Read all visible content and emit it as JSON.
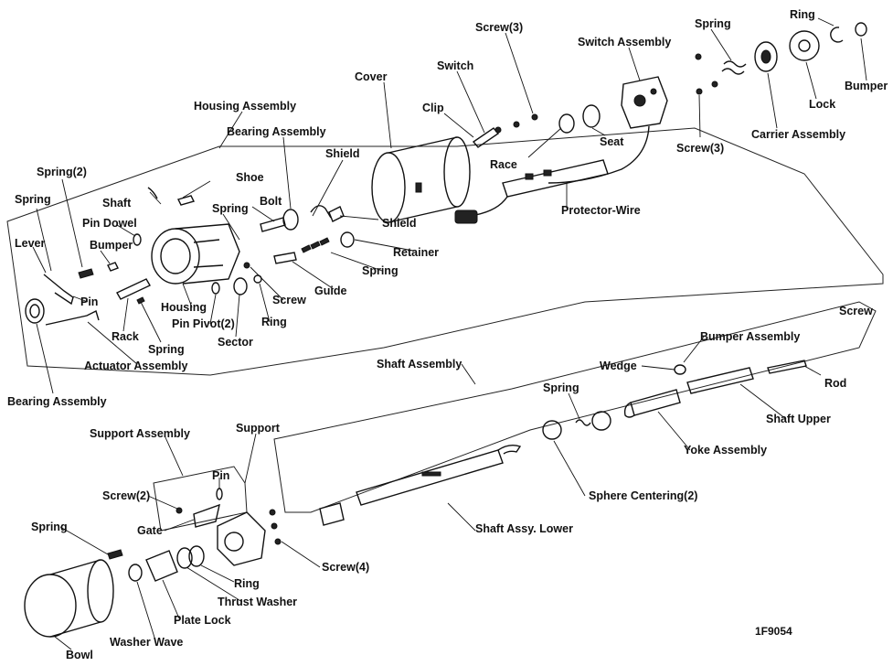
{
  "figure_id": "1F9054",
  "labels": {
    "screw3_top": "Screw(3)",
    "switch_assembly": "Switch Assembly",
    "spring_top": "Spring",
    "ring_top": "Ring",
    "switch": "Switch",
    "cover": "Cover",
    "lock": "Lock",
    "bumper_top": "Bumper",
    "clip": "Clip",
    "housing_assembly": "Housing Assembly",
    "carrier_assembly": "Carrier Assembly",
    "screw3_right": "Screw(3)",
    "seat": "Seat",
    "bearing_assembly_top": "Bearing Assembly",
    "race": "Race",
    "shield_top": "Shield",
    "spring2": "Spring(2)",
    "shoe": "Shoe",
    "protector_wire": "Protector-Wire",
    "shaft": "Shaft",
    "bolt": "Bolt",
    "spring_left": "Spring",
    "spring_mid": "Spring",
    "shield": "Shield",
    "pin_dowel": "Pin Dowel",
    "lever": "Lever",
    "bumper": "Bumper",
    "retainer": "Retainer",
    "spring_coil": "Spring",
    "pin": "Pin",
    "guide": "Guide",
    "screw_mid": "Screw",
    "housing": "Housing",
    "screw_right": "Screw",
    "ring_mid": "Ring",
    "pin_pivot2": "Pin Pivot(2)",
    "rack": "Rack",
    "bumper_assembly": "Bumper Assembly",
    "sector": "Sector",
    "spring_rack": "Spring",
    "actuator_assembly": "Actuator Assembly",
    "shaft_assembly": "Shaft Assembly",
    "wedge": "Wedge",
    "rod": "Rod",
    "bearing_assembly_left": "Bearing Assembly",
    "spring_sphere": "Spring",
    "shaft_upper": "Shaft Upper",
    "support_assembly": "Support Assembly",
    "support": "Support",
    "yoke_assembly": "Yoke Assembly",
    "pin_support": "Pin",
    "screw2": "Screw(2)",
    "sphere_centering2": "Sphere Centering(2)",
    "gate": "Gate",
    "spring_bottom": "Spring",
    "shaft_assy_lower": "Shaft Assy. Lower",
    "screw4": "Screw(4)",
    "ring_bottom": "Ring",
    "thrust_washer": "Thrust Washer",
    "plate_lock": "Plate Lock",
    "washer_wave": "Washer Wave",
    "bowl": "Bowl"
  }
}
